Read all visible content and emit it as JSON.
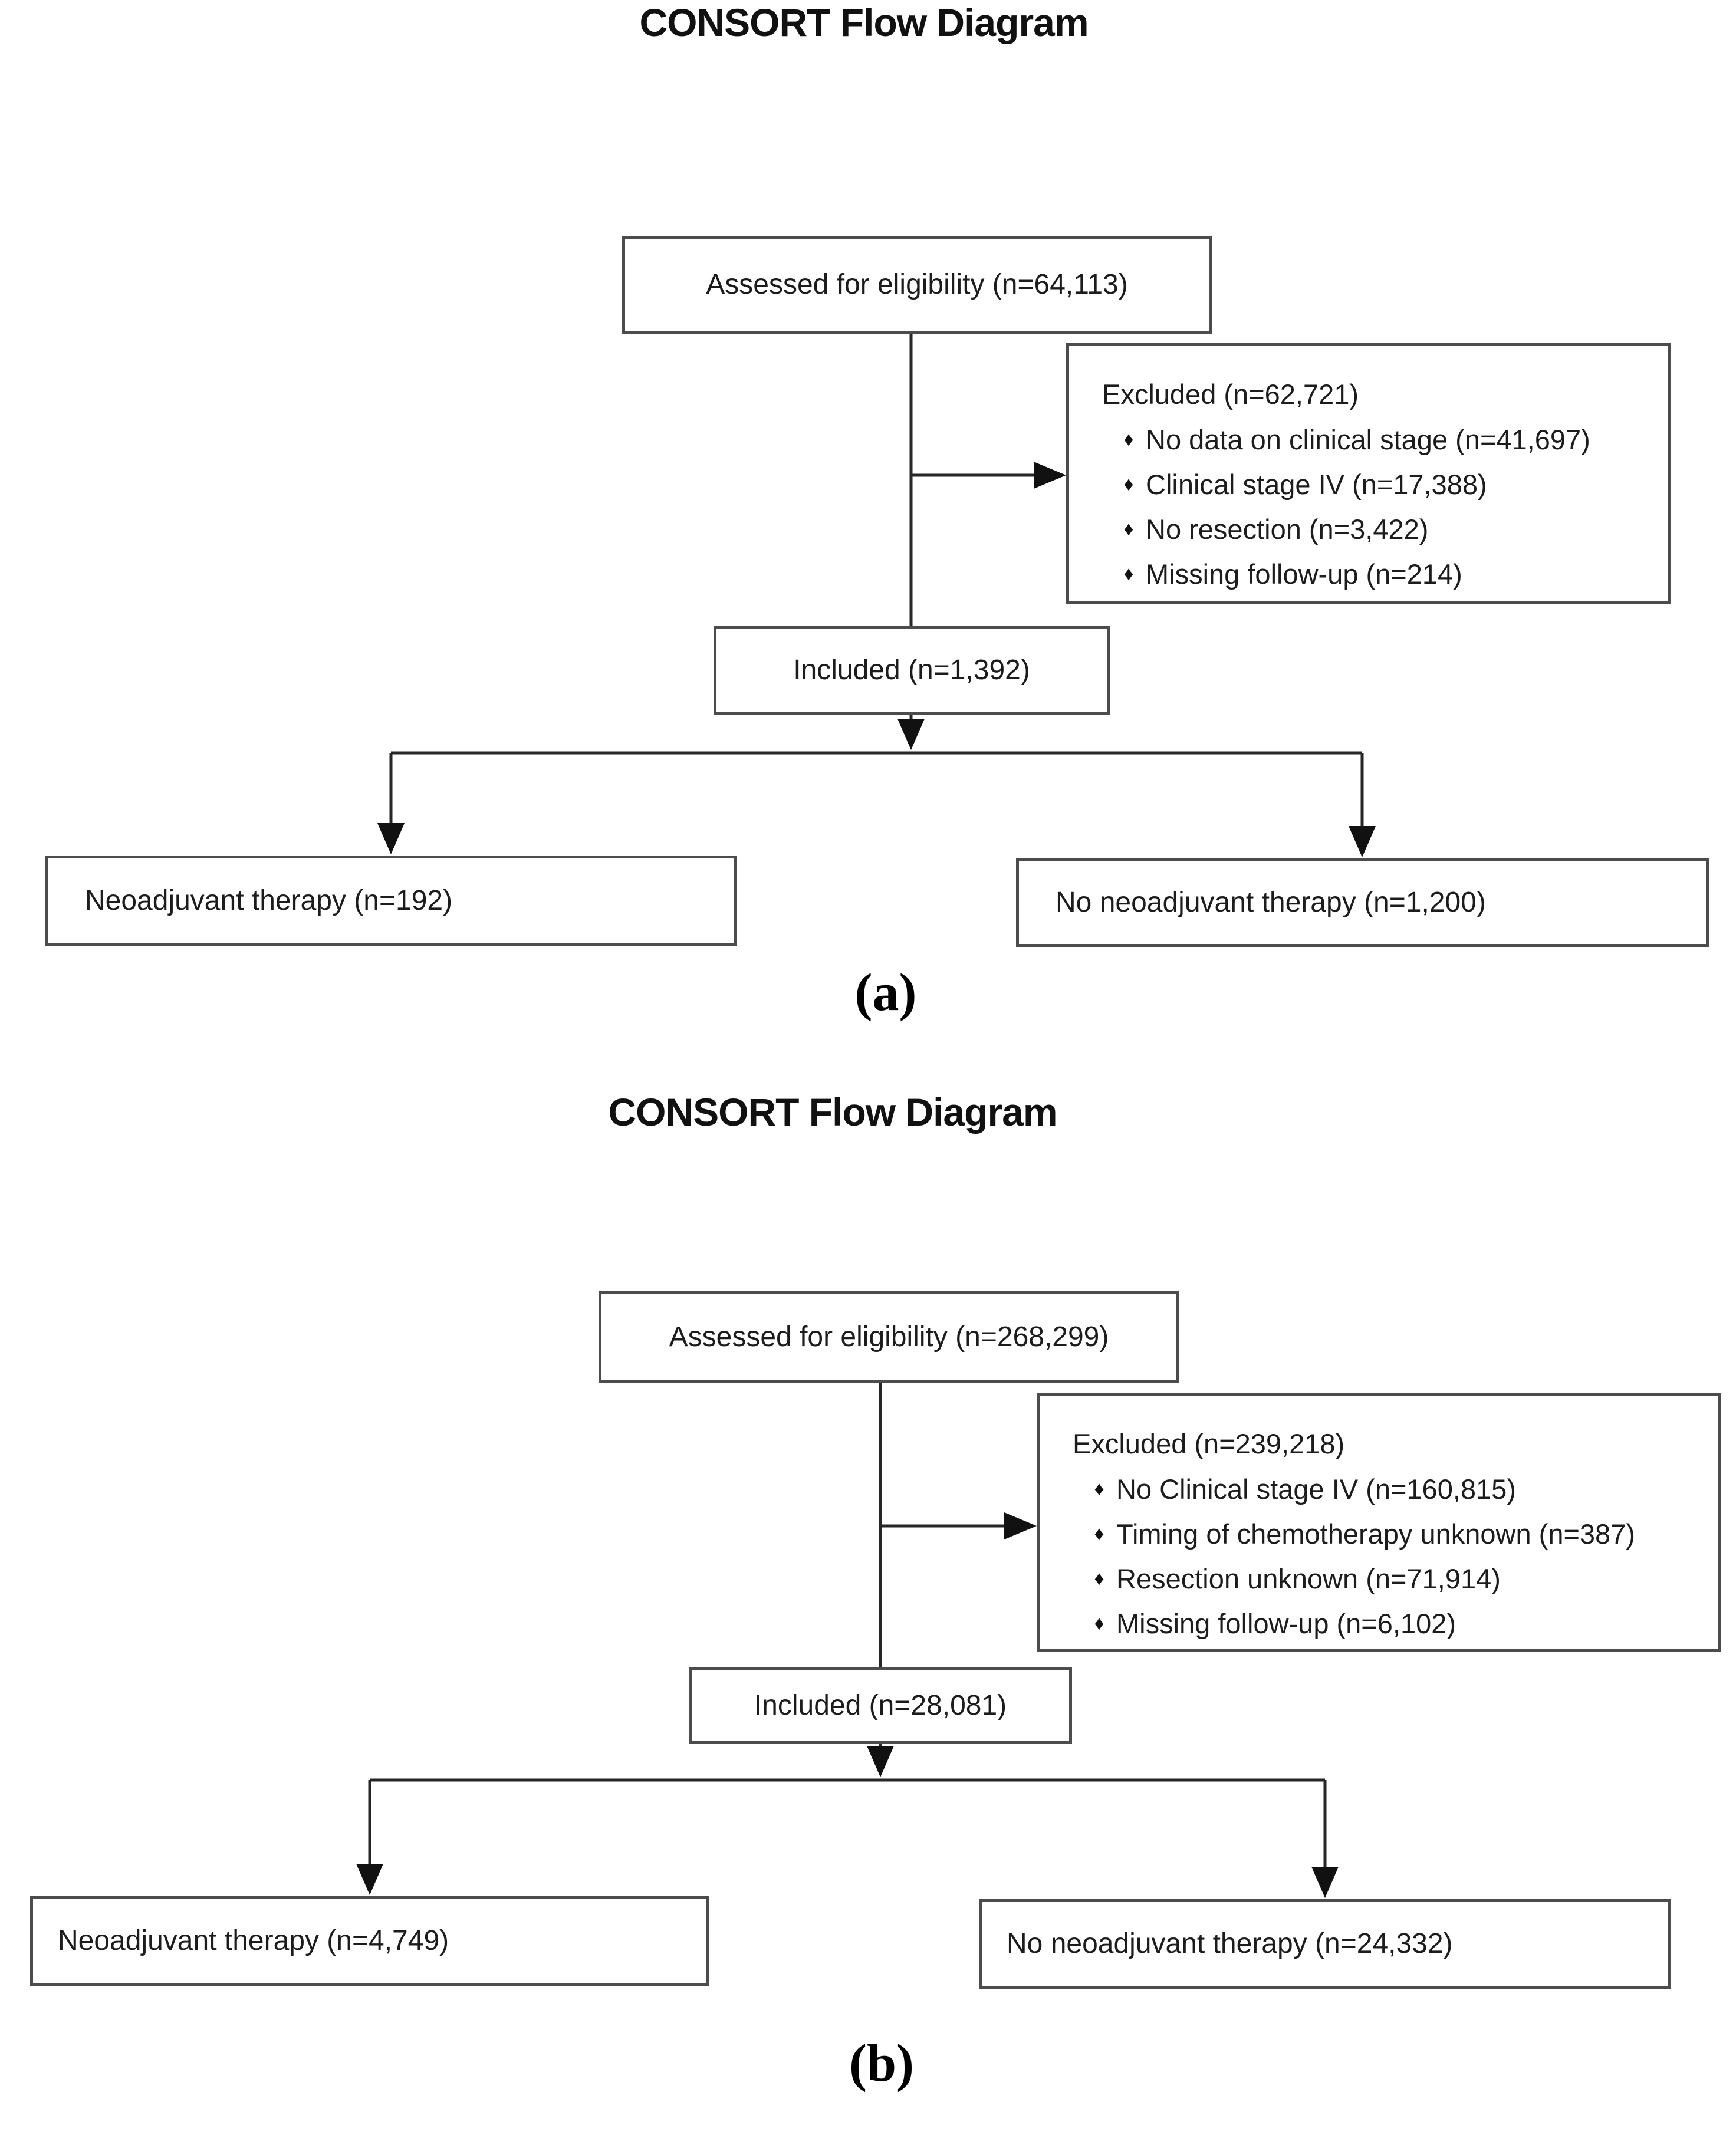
{
  "icons": {
    "diamond_bullet": "♦"
  },
  "diagram_a": {
    "title": "CONSORT Flow Diagram",
    "caption": "(a)",
    "boxes": {
      "assessed": "Assessed for eligibility (n=64,113)",
      "excluded_header": "Excluded (n=62,721)",
      "excluded_items": [
        "No data on clinical stage (n=41,697)",
        "Clinical stage IV (n=17,388)",
        "No resection (n=3,422)",
        "Missing follow-up (n=214)"
      ],
      "included": "Included (n=1,392)",
      "neoadjuvant": "Neoadjuvant therapy (n=192)",
      "no_neoadjuvant": "No neoadjuvant therapy (n=1,200)"
    }
  },
  "diagram_b": {
    "title": "CONSORT Flow Diagram",
    "caption": "(b)",
    "boxes": {
      "assessed": "Assessed for eligibility (n=268,299)",
      "excluded_header": "Excluded (n=239,218)",
      "excluded_items": [
        "No Clinical stage IV (n=160,815)",
        "Timing of chemotherapy unknown (n=387)",
        "Resection unknown (n=71,914)",
        "Missing follow-up (n=6,102)"
      ],
      "included": "Included (n=28,081)",
      "neoadjuvant": "Neoadjuvant therapy (n=4,749)",
      "no_neoadjuvant": "No neoadjuvant therapy (n=24,332)"
    }
  }
}
